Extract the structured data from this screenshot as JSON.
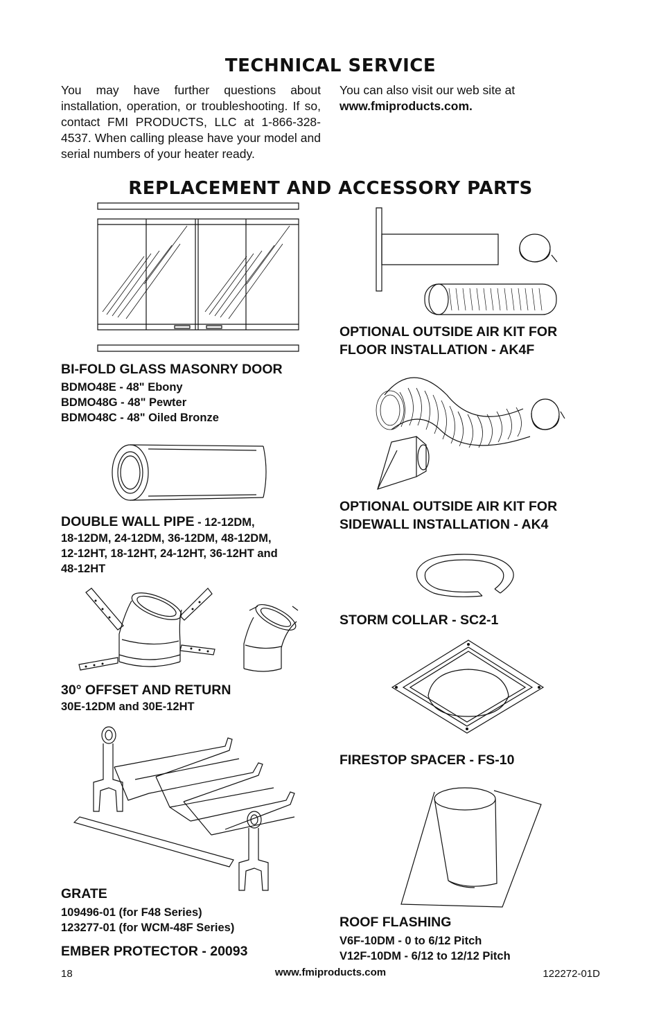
{
  "technical_service": {
    "heading": "TECHNICAL SERVICE",
    "col1": "You may have further questions about installation, operation, or troubleshooting. If so, contact FMI PRODUCTS, LLC at 1-866-328-4537. When calling please have your model and serial numbers of your heater ready.",
    "col2_line1": "You can also visit our web site at",
    "col2_link": "www.fmiproducts.com."
  },
  "parts": {
    "heading": "REPLACEMENT AND ACCESSORY PARTS",
    "bifold": {
      "title": "BI-FOLD GLASS MASONRY DOOR",
      "items": [
        "BDMO48E - 48\" Ebony",
        "BDMO48G - 48\" Pewter",
        "BDMO48C - 48\" Oiled Bronze"
      ]
    },
    "pipe": {
      "title": "DOUBLE WALL PIPE",
      "title_suffix": " - 12-12DM,",
      "lines": [
        "18-12DM, 24-12DM, 36-12DM, 48-12DM,",
        "12-12HT, 18-12HT, 24-12HT, 36-12HT and",
        "48-12HT"
      ]
    },
    "offset": {
      "title": "30° OFFSET AND RETURN",
      "items": [
        "30E-12DM and 30E-12HT"
      ]
    },
    "grate": {
      "title": "GRATE",
      "items": [
        "109496-01 (for F48 Series)",
        "123277-01 (for WCM-48F Series)"
      ],
      "ember": "EMBER PROTECTOR - 20093"
    },
    "ak4f": {
      "line1": "OPTIONAL OUTSIDE AIR KIT FOR",
      "line2": "FLOOR INSTALLATION - AK4F"
    },
    "ak4": {
      "line1": "OPTIONAL OUTSIDE AIR KIT FOR",
      "line2": "SIDEWALL INSTALLATION - AK4"
    },
    "storm": {
      "title": "STORM COLLAR - SC2-1"
    },
    "firestop": {
      "title": "FIRESTOP SPACER - FS-10"
    },
    "roof": {
      "title": "ROOF FLASHING",
      "items": [
        "V6F-10DM - 0 to 6/12 Pitch",
        "V12F-10DM - 6/12 to 12/12 Pitch"
      ]
    }
  },
  "footer": {
    "page_number": "18",
    "website": "www.fmiproducts.com",
    "doc_number": "122272-01D"
  }
}
